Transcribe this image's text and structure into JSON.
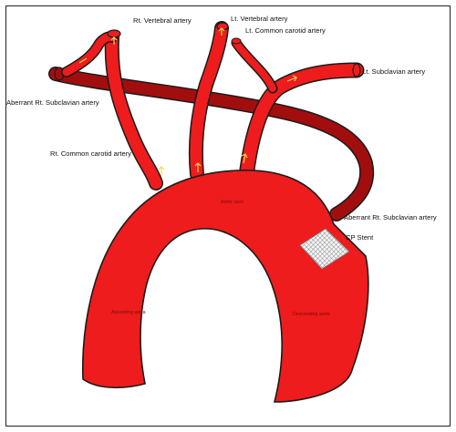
{
  "colors": {
    "vessel": "#ee1c1c",
    "vessel_dark": "#b31414",
    "aberrant": "#a20e0e",
    "outline": "#1a1a1a",
    "stent": "#eeeeee",
    "flow_arrow": "#ffd84a"
  },
  "labels": {
    "rt_vertebral": "Rt. Vertebral artery",
    "lt_vertebral": "Lt. Vertebral artery",
    "lt_common_carotid": "Lt. Common carotid artery",
    "lt_subclavian": "Lt. Subclavian artery",
    "aberrant_rt_subclavian_left": "Aberrant Rt. Subclavian artery",
    "rt_common_carotid": "Rt. Common carotid artery",
    "aberrant_rt_subclavian_right": "Aberrant Rt. Subclavian artery",
    "cp_stent": "CP Stent",
    "aortic_arch": "Aortic arch",
    "ascending_aorta": "Ascending aorta",
    "descending_aorta": "Descending aorta"
  }
}
